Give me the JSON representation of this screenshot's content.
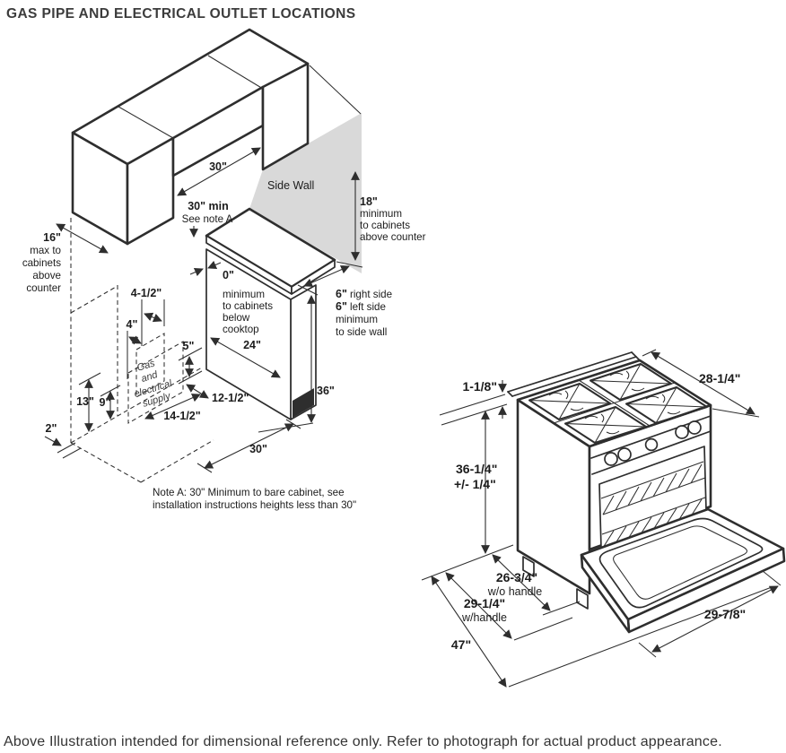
{
  "title": "GAS PIPE AND ELECTRICAL OUTLET LOCATIONS",
  "caption": "Above Illustration intended for dimensional reference only. Refer to photograph for actual product appearance.",
  "colors": {
    "line": "#2e2e2e",
    "side_wall_fill": "#d9d9d9",
    "supply_fill": "#dcdcdc",
    "text": "#1c1c1c"
  },
  "cab": {
    "d30top": "30\"",
    "d30min": "30\" min",
    "seenote": "See note A",
    "sidewall": "Side Wall",
    "d18": {
      "v": "18\"",
      "l1": "minimum",
      "l2": "to cabinets",
      "l3": "above counter"
    },
    "d16": {
      "v": "16\"",
      "l1": "max to",
      "l2": "cabinets",
      "l3": "above",
      "l4": "counter"
    },
    "d0": {
      "v": "0\"",
      "l1": "minimum",
      "l2": "to cabinets",
      "l3": "below",
      "l4": "cooktop"
    },
    "d6": {
      "v1": "6\"",
      "t1": "right side",
      "v2": "6\"",
      "t2": "left side",
      "l1": "minimum",
      "l2": "to side wall"
    },
    "d4half": "4-1/2\"",
    "d4": "4\"",
    "d5": "5\"",
    "d13": "13\"",
    "d9": "9\"",
    "d2": "2\"",
    "d24": "24\"",
    "d36": "36\"",
    "d12half": "12-1/2\"",
    "d14half": "14-1/2\"",
    "d30bot": "30\"",
    "supply": {
      "l1": "Gas",
      "l2": "and",
      "l3": "electrical",
      "l4": "supply"
    },
    "note1": "Note A: 30\" Minimum to bare cabinet, see",
    "note2": "installation instructions heights less than 30\""
  },
  "range": {
    "d118": "1-1/8\"",
    "d2814": "28-1/4\"",
    "d3614a": "36-1/4\"",
    "d3614b": "+/- 1/4\"",
    "d2634": "26-3/4\"",
    "d2634t": "w/o handle",
    "d2914": "29-1/4\"",
    "d2914t": "w/handle",
    "d47": "47\"",
    "d2978": "29-7/8\""
  }
}
